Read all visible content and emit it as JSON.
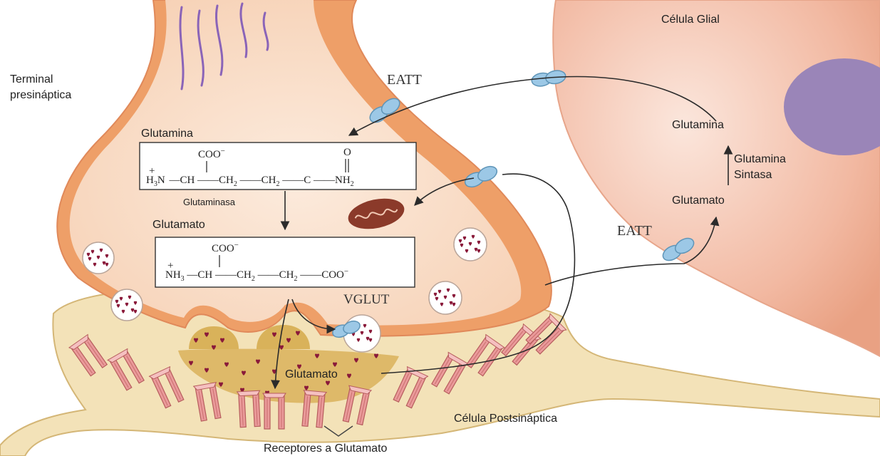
{
  "labels": {
    "glial_cell": "Célula Glial",
    "presynaptic_terminal_line1": "Terminal",
    "presynaptic_terminal_line2": "presináptica",
    "eatt_presynaptic": "EATT",
    "eatt_glial": "EATT",
    "glutamine_presynaptic": "Glutamina",
    "glutaminase": "Glutaminasa",
    "glutamate_presynaptic": "Glutamato",
    "vglut": "VGLUT",
    "glutamate_cleft": "Glutamato",
    "glutamine_glial": "Glutamina",
    "glutamine_synthetase_line1": "Glutamina",
    "glutamine_synthetase_line2": "Sintasa",
    "glutamate_glial": "Glutamato",
    "postsynaptic_cell": "Célula Postsináptica",
    "glutamate_receptors": "Receptores a Glutamato"
  },
  "glutamine_formula": {
    "top_group": "COO",
    "top_group_charge": "−",
    "amide_oxygen": "O",
    "backbone": [
      "H",
      "3",
      "N",
      "CH",
      "CH",
      "2",
      "CH",
      "2",
      "C",
      "NH",
      "2"
    ],
    "amine_charge": "+"
  },
  "glutamate_formula": {
    "top_group": "COO",
    "top_group_charge": "−",
    "backbone": [
      "NH",
      "3",
      "CH",
      "CH",
      "2",
      "CH",
      "2",
      "COO",
      "−"
    ],
    "amine_charge": "+"
  },
  "colors": {
    "presynaptic_fill": "#f8dcc5",
    "presynaptic_edge": "#e8a87c",
    "glial_fill": "#f2b39a",
    "glial_nucleus": "#9a85b8",
    "postsynaptic_fill": "#f3e2b8",
    "cleft_fill": "#d9b25a",
    "vesicle_dot": "#8a1a3a",
    "transporter": "#9cc8e6",
    "receptor": "#e88a8a",
    "mitochondrion": "#8b3a2a",
    "microtubule": "#8a64b8"
  }
}
